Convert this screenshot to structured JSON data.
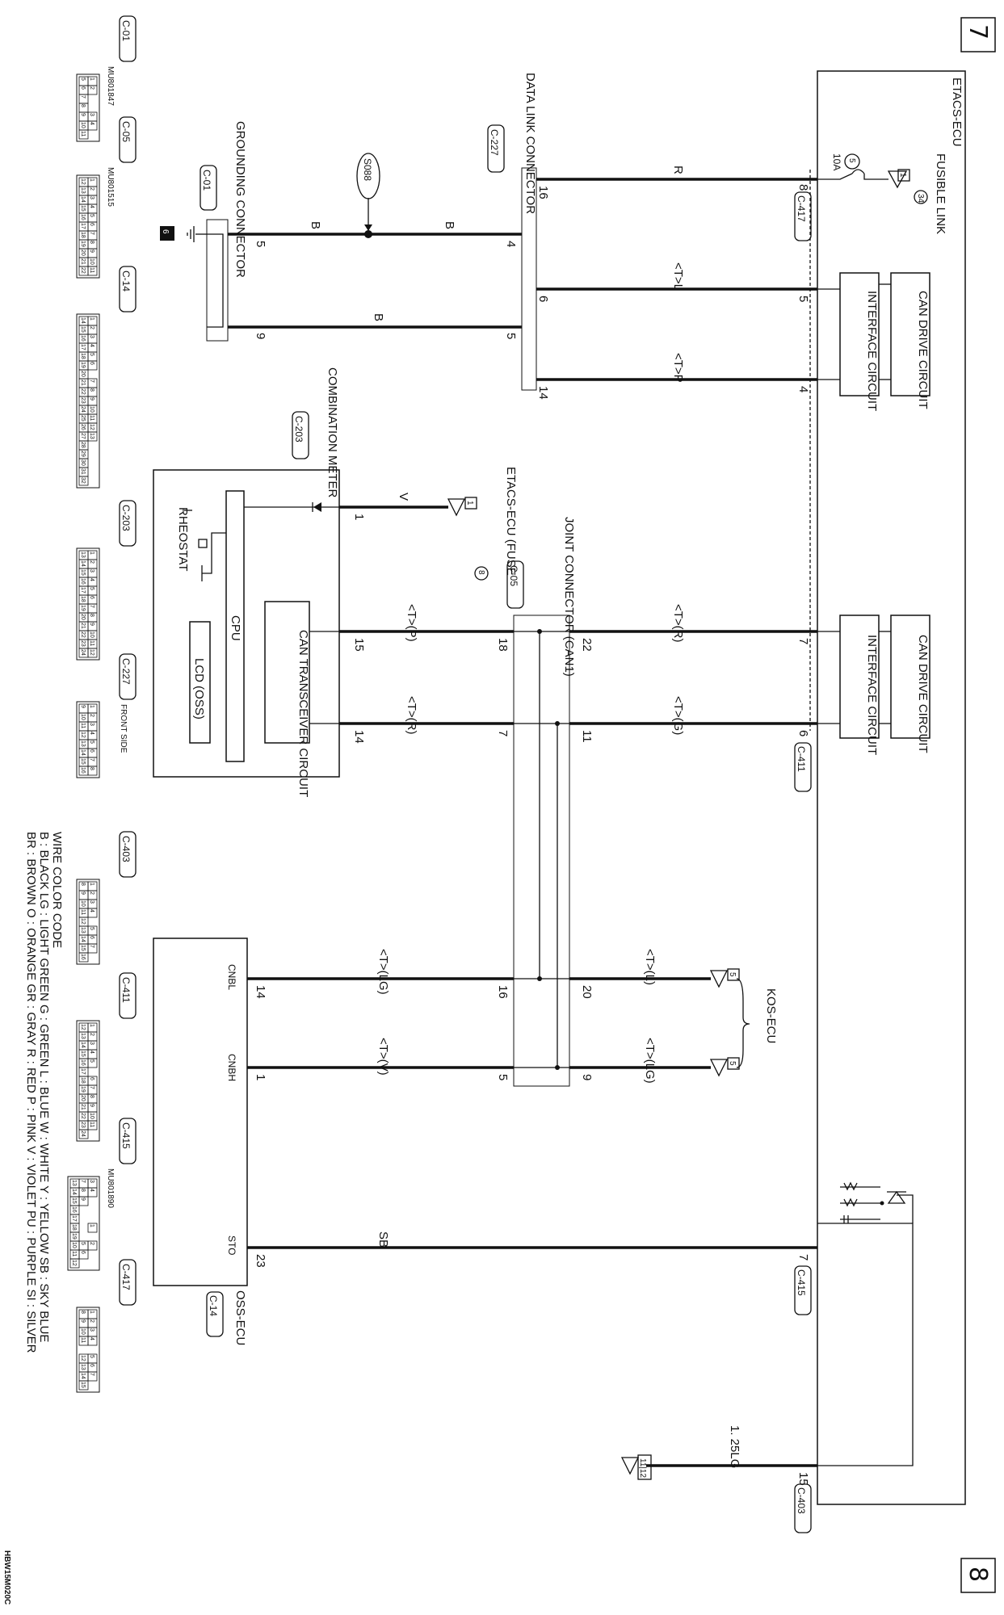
{
  "page": {
    "prev_page": "7",
    "next_page": "8",
    "diagram_code": "HBW15M020C"
  },
  "ecus": {
    "etacs": "ETACS-ECU",
    "kos": "KOS-ECU",
    "oss": "OSS-ECU",
    "oss_connector": "C-14",
    "combination_meter": "COMBINATION METER",
    "combination_meter_connector": "C-203",
    "data_link_connector": "DATA LINK CONNECTOR",
    "data_link_connector_id": "C-227",
    "grounding_connector": "GROUNDING CONNECTOR",
    "grounding_connector_id": "C-01",
    "joint_connector": "JOINT CONNECTOR (CAN1)",
    "joint_connector_id": "C-05"
  },
  "power": {
    "fusible_link": "FUSIBLE LINK",
    "fusible_link_no": "34",
    "fuse_no": "5",
    "fuse_amp": "10A",
    "meter_fuse": "ETACS-ECU (FUSE",
    "meter_fuse_no": "8",
    "power_mark": "1",
    "ground_mark": "6",
    "splice": "S088",
    "out_mark": "11|12",
    "kos_mark_a": "5",
    "kos_mark_b": "5"
  },
  "circuits": {
    "can_drive": "CAN DRIVE CIRCUIT",
    "interface": "INTERFACE CIRCUIT",
    "can_transceiver": "CAN TRANSCEIVER CIRCUIT",
    "cpu": "CPU",
    "lcd": "LCD (OSS)",
    "rheostat": "RHEOSTAT",
    "cnbl": "CNBL",
    "cnbh": "CNBH",
    "sto": "STO"
  },
  "connector_ids": {
    "c417": "C-417",
    "c411": "C-411",
    "c415": "C-415",
    "c403": "C-403"
  },
  "wires": {
    "r": "R",
    "b1": "B",
    "b2": "B",
    "b3": "B",
    "tl": "<T>L",
    "tp": "<T>P",
    "v": "V",
    "tr_a": "<T>(R)",
    "tg_a": "<T>(G)",
    "tp_b": "<T>(P)",
    "tr_b": "<T>(R)",
    "tl_c": "<T>(L)",
    "tlg_c": "<T>(LG)",
    "tlg_d": "<T>(LG)",
    "tv_d": "<T>(V)",
    "sb": "SB",
    "lg125": "1. 25LG"
  },
  "pins": {
    "p8": "8",
    "p16": "16",
    "p4a": "4",
    "p5a": "5",
    "p9a": "9",
    "p6a": "6",
    "p5b": "5",
    "p14a": "14",
    "p4b": "4",
    "p5c": "5",
    "p1": "1",
    "p22": "22",
    "p18": "18",
    "p15": "15",
    "p7a": "7",
    "p11": "11",
    "p7b": "7",
    "p14b": "14",
    "p6b": "6",
    "p20": "20",
    "p16b": "16",
    "p14c": "14",
    "p9b": "9",
    "p5d": "5",
    "p1b": "1",
    "p7c": "7",
    "p23": "23",
    "p15b": "15"
  },
  "connector_views": [
    {
      "id": "C-01",
      "code": "MU801847",
      "rows": [
        [
          "1",
          "2",
          "",
          "",
          "3",
          "4"
        ],
        [
          "5",
          "6",
          "7",
          "8",
          "9",
          "10",
          "11"
        ]
      ]
    },
    {
      "id": "C-05",
      "code": "MU801515",
      "rows": [
        [
          "1",
          "2",
          "3",
          "4",
          "5",
          "6",
          "7",
          "8",
          "9",
          "10",
          "11"
        ],
        [
          "12",
          "13",
          "14",
          "15",
          "16",
          "17",
          "18",
          "19",
          "20",
          "21",
          "22"
        ]
      ]
    },
    {
      "id": "C-14",
      "code": "",
      "rows": [
        [
          "1",
          "2",
          "3",
          "4",
          "5",
          "6",
          "",
          "7",
          "8",
          "9",
          "10",
          "11",
          "12",
          "13"
        ],
        [
          "14",
          "15",
          "16",
          "17",
          "18",
          "19",
          "20",
          "21",
          "22",
          "23",
          "24",
          "25",
          "26",
          "27",
          "28",
          "29",
          "30",
          "31",
          "32"
        ]
      ]
    },
    {
      "id": "C-203",
      "code": "",
      "rows": [
        [
          "1",
          "2",
          "3",
          "4",
          "5",
          "6",
          "7",
          "8",
          "9",
          "10",
          "11",
          "12"
        ],
        [
          "13",
          "14",
          "15",
          "16",
          "17",
          "18",
          "19",
          "20",
          "21",
          "22",
          "23",
          "24"
        ]
      ]
    },
    {
      "id": "C-227",
      "code": "FRONT SIDE",
      "rows": [
        [
          "1",
          "2",
          "3",
          "4",
          "5",
          "6",
          "7",
          "8"
        ],
        [
          "9",
          "10",
          "11",
          "12",
          "13",
          "14",
          "15",
          "16"
        ]
      ]
    },
    {
      "id": "C-403",
      "code": "",
      "rows": [
        [
          "1",
          "2",
          "3",
          "4",
          "",
          "5",
          "6",
          "7"
        ],
        [
          "8",
          "9",
          "10",
          "11",
          "12",
          "13",
          "14",
          "15",
          "16"
        ]
      ]
    },
    {
      "id": "C-411",
      "code": "",
      "rows": [
        [
          "1",
          "2",
          "3",
          "4",
          "5",
          "",
          "6",
          "7",
          "8",
          "9",
          "10",
          "11"
        ],
        [
          "12",
          "13",
          "14",
          "15",
          "16",
          "17",
          "18",
          "19",
          "20",
          "21",
          "22",
          "23",
          "24"
        ]
      ]
    },
    {
      "id": "C-415",
      "code": "MU801890",
      "rows": [
        [
          "3",
          "4",
          "",
          "",
          "",
          "1",
          "",
          "2"
        ],
        [
          "7",
          "8",
          "9",
          "",
          "",
          "",
          "",
          "5",
          "6"
        ],
        [
          "13",
          "14",
          "15",
          "16",
          "17",
          "18",
          "19",
          "10",
          "11",
          "12"
        ]
      ]
    },
    {
      "id": "C-417",
      "code": "",
      "rows": [
        [
          "1",
          "2",
          "3",
          "4",
          "",
          "5",
          "6",
          "7"
        ],
        [
          "8",
          "9",
          "10",
          "11",
          "",
          "12",
          "13",
          "14",
          "15"
        ]
      ]
    }
  ],
  "legend": {
    "title": "WIRE COLOR CODE",
    "line1": "B : BLACK   LG : LIGHT GREEN   G : GREEN   L : BLUE   W : WHITE   Y : YELLOW   SB : SKY BLUE",
    "line2": "BR : BROWN   O : ORANGE   GR : GRAY   R : RED   P : PINK   V : VIOLET   PU : PURPLE   SI : SILVER"
  }
}
